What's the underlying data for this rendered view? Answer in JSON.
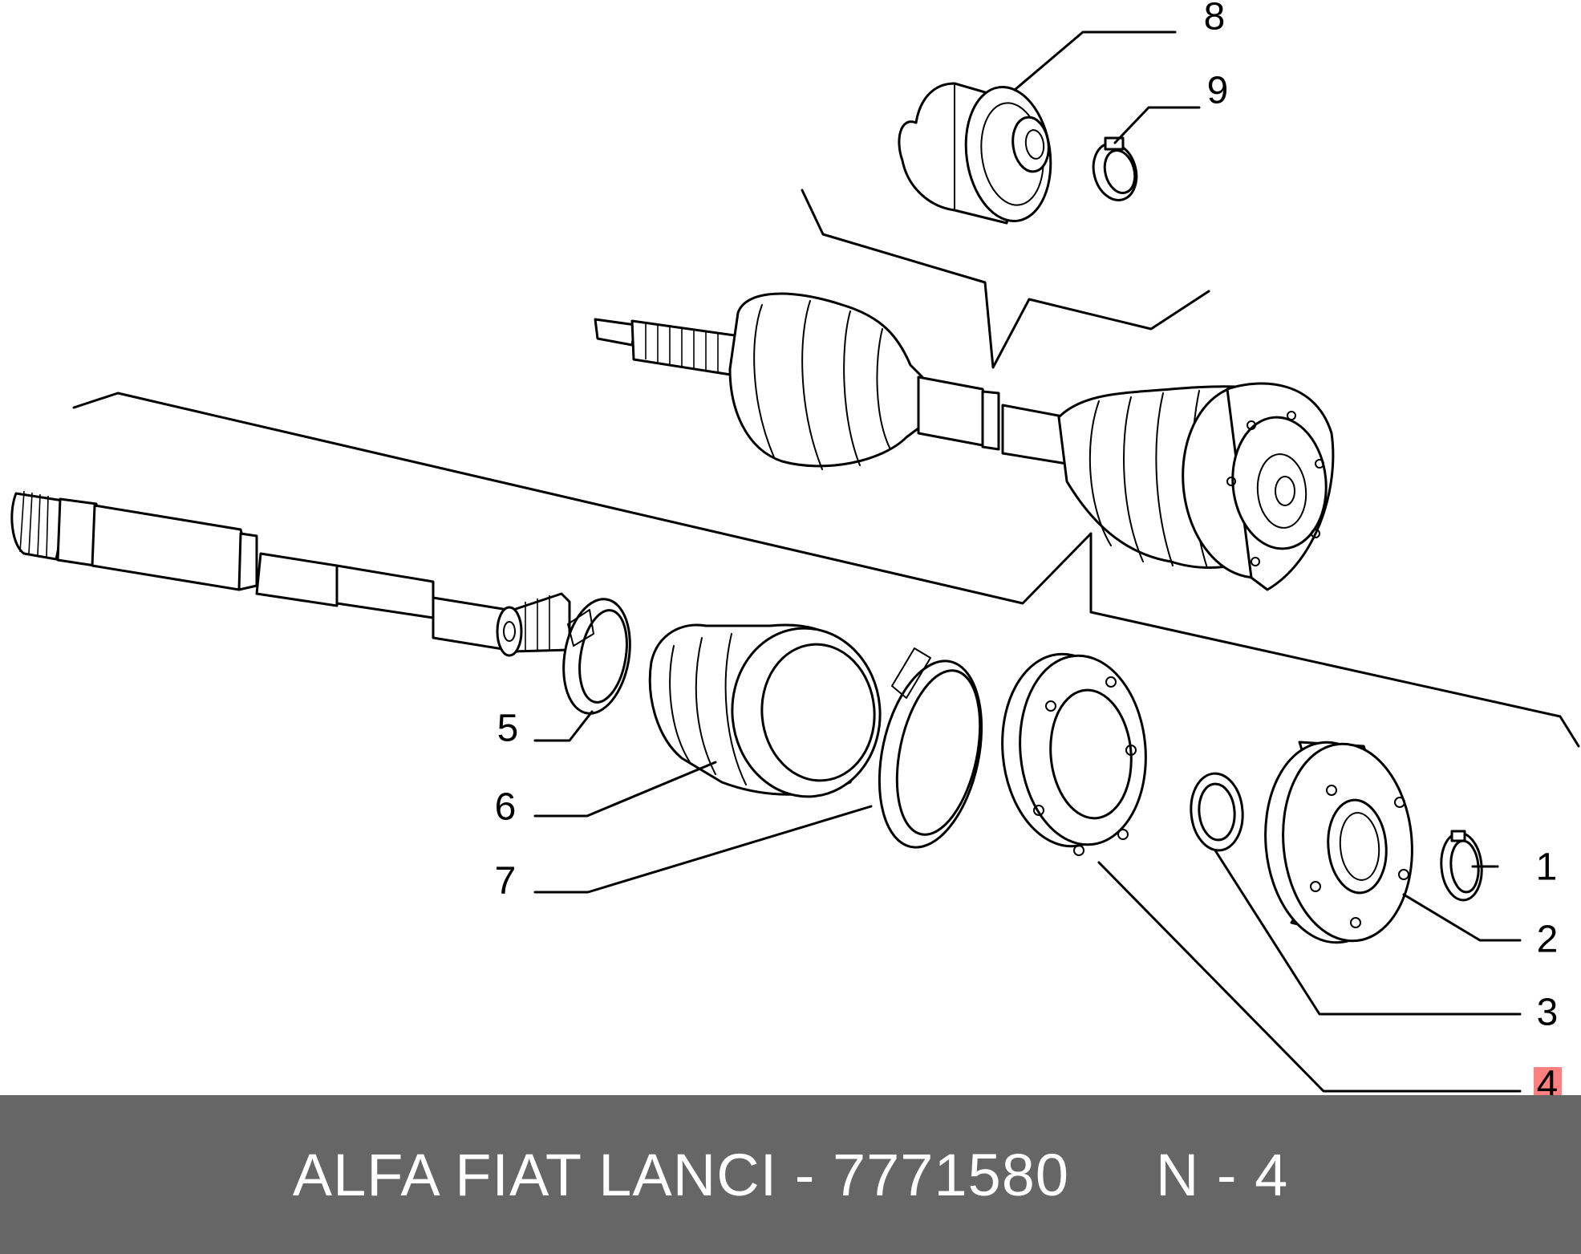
{
  "callouts": [
    {
      "id": "1",
      "label": "1"
    },
    {
      "id": "2",
      "label": "2"
    },
    {
      "id": "3",
      "label": "3"
    },
    {
      "id": "4",
      "label": "4",
      "highlight_color": "#ff8080"
    },
    {
      "id": "5",
      "label": "5"
    },
    {
      "id": "6",
      "label": "6"
    },
    {
      "id": "7",
      "label": "7"
    },
    {
      "id": "8",
      "label": "8"
    },
    {
      "id": "9",
      "label": "9"
    }
  ],
  "footer": {
    "text": "ALFA FIAT LANCI - 7771580     N - 4",
    "background": "#666666",
    "text_color": "#ffffff"
  }
}
